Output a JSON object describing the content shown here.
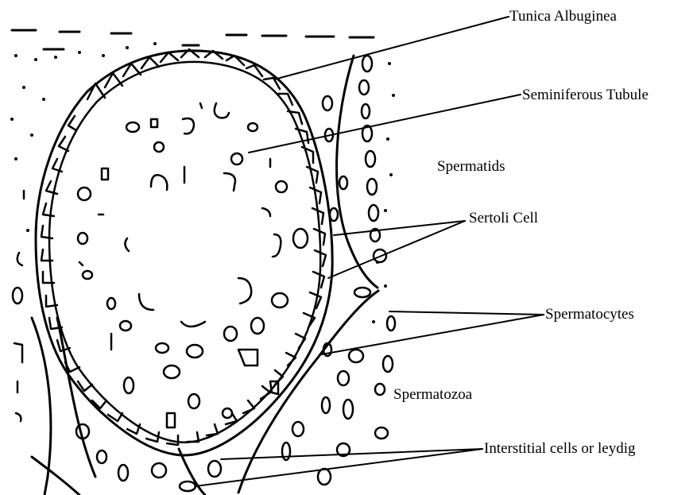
{
  "diagram": {
    "labels": {
      "tunica_albuginea": "Tunica Albuginea",
      "seminiferous_tubule": "Seminiferous Tubule",
      "spermatids": "Spermatids",
      "sertoli_cell": "Sertoli Cell",
      "spermatocytes": "Spermatocytes",
      "spermatozoa": "Spermatozoa",
      "interstitial_cells": "Interstitial cells or leydig"
    },
    "colors": {
      "ink": "#000000",
      "paper": "#ffffff"
    }
  }
}
